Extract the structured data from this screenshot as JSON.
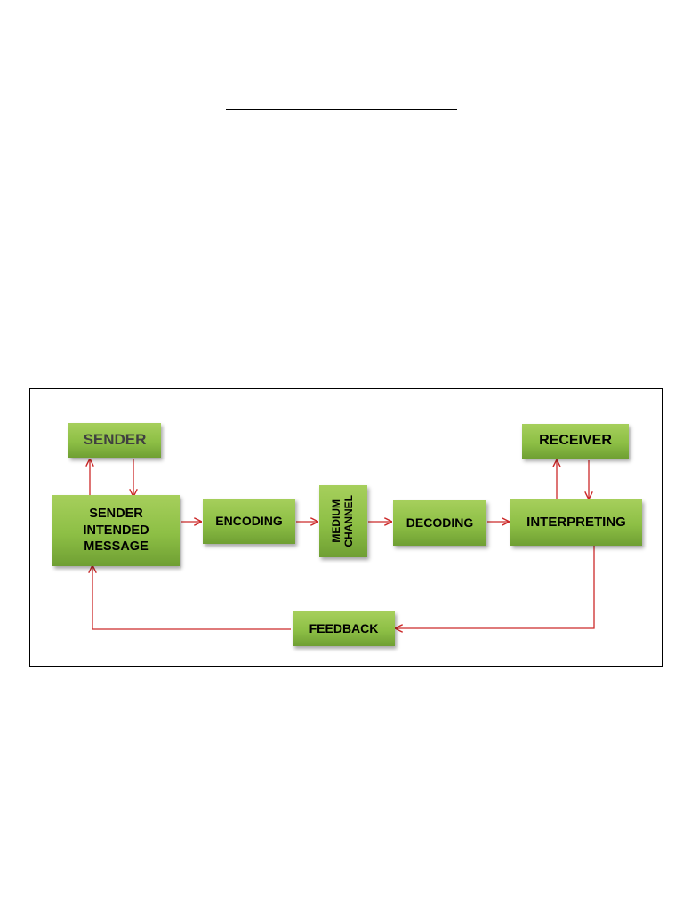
{
  "diagram": {
    "nodes": {
      "sender": "SENDER",
      "sender_message": "SENDER\nINTENDED\nMESSAGE",
      "encoding": "ENCODING",
      "medium_channel": "MEDIUM\nCHANNEL",
      "decoding": "DECODING",
      "interpreting": "INTERPRETING",
      "receiver": "RECEIVER",
      "feedback": "FEEDBACK"
    },
    "edges": [
      {
        "from": "sender_message",
        "to": "sender"
      },
      {
        "from": "sender",
        "to": "sender_message"
      },
      {
        "from": "sender_message",
        "to": "encoding"
      },
      {
        "from": "encoding",
        "to": "medium_channel"
      },
      {
        "from": "medium_channel",
        "to": "decoding"
      },
      {
        "from": "decoding",
        "to": "interpreting"
      },
      {
        "from": "interpreting",
        "to": "receiver"
      },
      {
        "from": "receiver",
        "to": "interpreting"
      },
      {
        "from": "interpreting",
        "to": "feedback"
      },
      {
        "from": "feedback",
        "to": "sender_message"
      }
    ],
    "colors": {
      "node_fill": "#8dbf45",
      "arrow": "#cc2a2a",
      "sender_text": "#404040",
      "border": "#000000"
    }
  }
}
